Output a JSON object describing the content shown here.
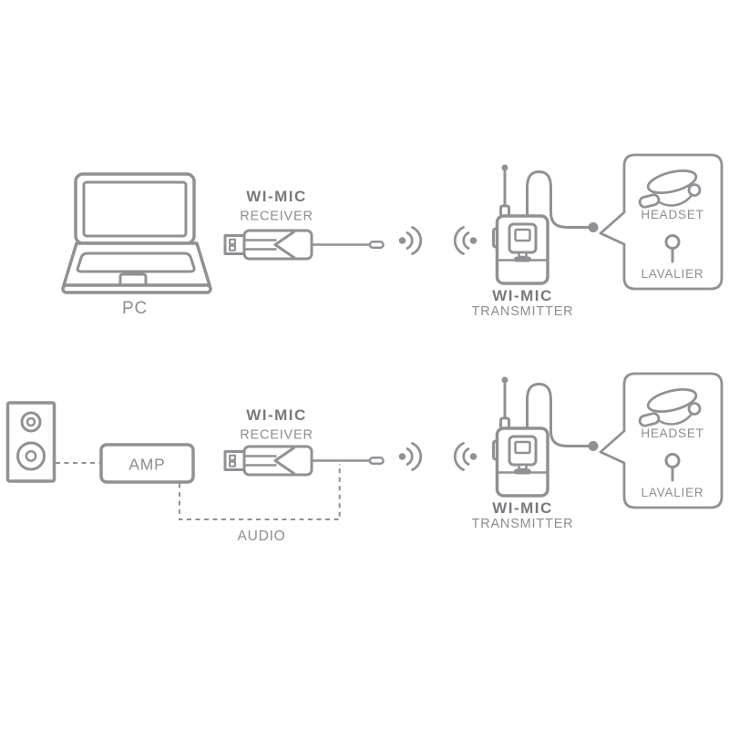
{
  "colors": {
    "line": "#8f9194",
    "text": "#8b8d90",
    "text_bold": "#77797c",
    "background": "#ffffff"
  },
  "top_row": {
    "pc_label": "PC",
    "receiver": {
      "title": "WI-MIC",
      "subtitle": "RECEIVER"
    },
    "transmitter": {
      "title": "WI-MIC",
      "subtitle": "TRANSMITTER"
    },
    "mic_options": {
      "headset": "HEADSET",
      "lavalier": "LAVALIER"
    }
  },
  "bottom_row": {
    "amp_label": "AMP",
    "audio_label": "AUDIO",
    "receiver": {
      "title": "WI-MIC",
      "subtitle": "RECEIVER"
    },
    "transmitter": {
      "title": "WI-MIC",
      "subtitle": "TRANSMITTER"
    },
    "mic_options": {
      "headset": "HEADSET",
      "lavalier": "LAVALIER"
    }
  },
  "icons": {
    "laptop": "laptop-icon",
    "speaker": "speaker-icon",
    "amplifier": "amp-box",
    "usb_receiver": "usb-receiver-icon",
    "wireless_signal": "wireless-signal-icon",
    "bodypack_transmitter": "bodypack-transmitter-icon",
    "microphone_cable": "mic-cable",
    "speech_bubble": "speech-bubble",
    "headset_mic": "headset-icon",
    "lavalier_mic": "lavalier-icon"
  }
}
